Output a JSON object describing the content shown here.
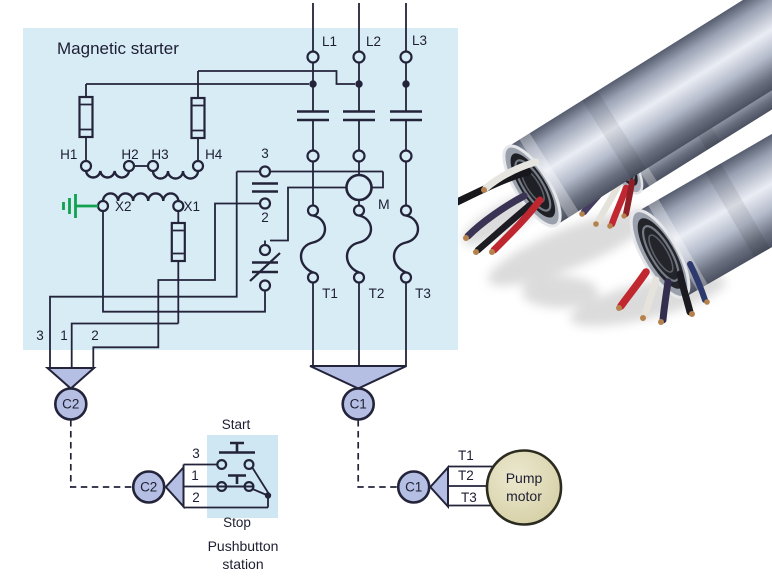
{
  "title": "Magnetic starter",
  "power": {
    "lines": [
      "L1",
      "L2",
      "L3"
    ],
    "load_terminals": [
      "T1",
      "T2",
      "T3"
    ],
    "coil_label": "M"
  },
  "transformer": {
    "primary_terminals": [
      "H1",
      "H2",
      "H3",
      "H4"
    ],
    "secondary_left": "X2",
    "secondary_right": "X1"
  },
  "control": {
    "wire_numbers": [
      "3",
      "1",
      "2"
    ],
    "aux_contact_top": "3",
    "aux_contact_bottom": "2"
  },
  "connectors": {
    "control_id": "C2",
    "power_id": "C1"
  },
  "pushbutton_station": {
    "start_label": "Start",
    "stop_label": "Stop",
    "wire_numbers": [
      "3",
      "1",
      "2"
    ],
    "caption_line1": "Pushbutton",
    "caption_line2": "station"
  },
  "pump_motor": {
    "label_line1": "Pump",
    "label_line2": "motor",
    "terminals": [
      "T1",
      "T2",
      "T3"
    ]
  },
  "icons": {
    "ground": "earth-ground-icon"
  },
  "colors": {
    "panel_blue": "#d8ecf6",
    "pushbutton_panel_blue": "#cfe7f3",
    "connector_fill": "#b4bfe3",
    "motor_fill": "#ded9b3",
    "ground_green": "#12a14f",
    "line_dark": "#23233a",
    "wire_red": "#c1272e",
    "wire_black": "#1a1a20",
    "wire_white": "#e6e3dc",
    "wire_blue": "#333056"
  }
}
